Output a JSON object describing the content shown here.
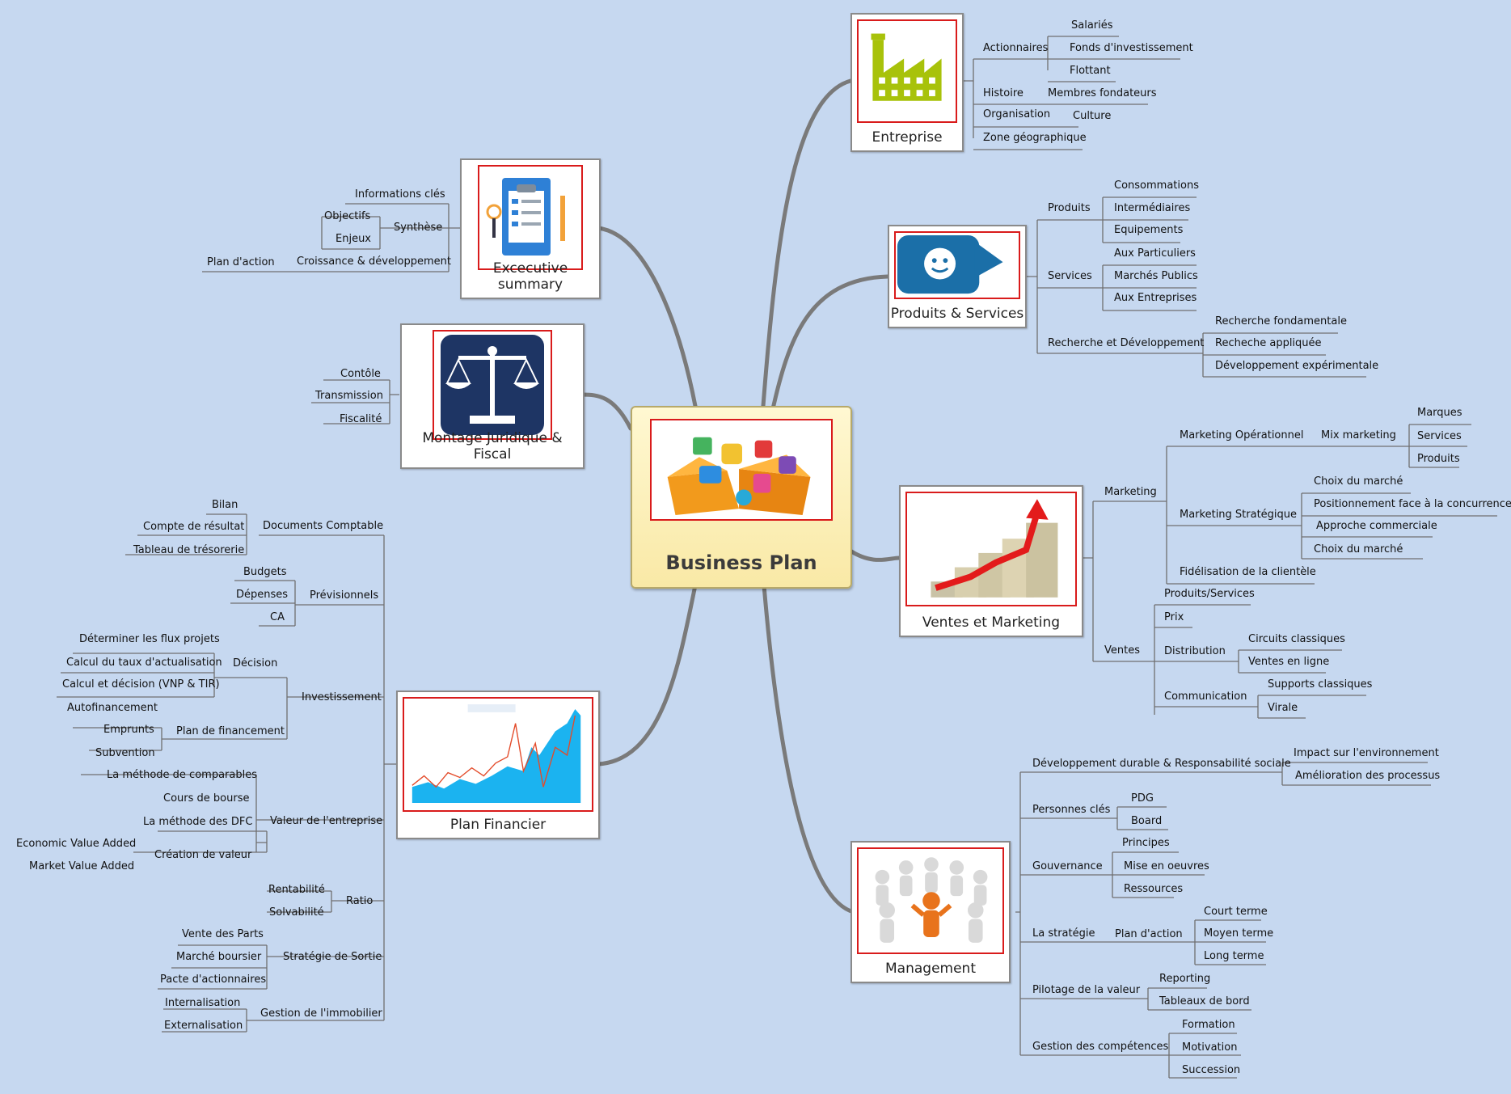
{
  "center": {
    "title": "Business Plan"
  },
  "nodes": {
    "entreprise": "Entreprise",
    "produits": "Produits & Services",
    "ventes": "Ventes et Marketing",
    "management": "Management",
    "financier": "Plan Financier",
    "juridique": "Montage Juridique & Fiscal",
    "executive": "Excecutive summary"
  },
  "entreprise": {
    "actionnaires": "Actionnaires",
    "salaries": "Salariés",
    "fonds": "Fonds d'investissement",
    "flottant": "Flottant",
    "histoire": "Histoire",
    "membres": "Membres fondateurs",
    "organisation": "Organisation",
    "culture": "Culture",
    "zone": "Zone géographique"
  },
  "produits": {
    "produits": "Produits",
    "consommations": "Consommations",
    "intermediaires": "Intermédiaires",
    "equipements": "Equipements",
    "services": "Services",
    "particuliers": "Aux Particuliers",
    "marches": "Marchés Publics",
    "entreprises": "Aux Entreprises",
    "rd": "Recherche et Développement",
    "fondamentale": "Recherche fondamentale",
    "appliquee": "Recheche appliquée",
    "experimentale": "Développement expérimentale"
  },
  "ventes": {
    "marketing": "Marketing",
    "mkt_op": "Marketing Opérationnel",
    "mix": "Mix marketing",
    "marques": "Marques",
    "services": "Services",
    "produits": "Produits",
    "mkt_strat": "Marketing Stratégique",
    "choix1": "Choix du marché",
    "positionnement": "Positionnement face à la concurrence",
    "approche": "Approche commerciale",
    "choix2": "Choix du marché",
    "fidelisation": "Fidélisation de la clientèle",
    "ventes": "Ventes",
    "prod_serv": "Produits/Services",
    "prix": "Prix",
    "distribution": "Distribution",
    "circuits": "Circuits classiques",
    "en_ligne": "Ventes en ligne",
    "communication": "Communication",
    "supports": "Supports classiques",
    "virale": "Virale"
  },
  "management": {
    "dev_durable": "Développement durable & Responsabilité sociale",
    "impact": "Impact sur l'environnement",
    "amelioration": "Amélioration des processus",
    "personnes": "Personnes clés",
    "pdg": "PDG",
    "board": "Board",
    "gouvernance": "Gouvernance",
    "principes": "Principes",
    "mise": "Mise en oeuvres",
    "ressources": "Ressources",
    "strategie": "La stratégie",
    "plan": "Plan d'action",
    "court": "Court terme",
    "moyen": "Moyen terme",
    "long": "Long terme",
    "pilotage": "Pilotage de la valeur",
    "reporting": "Reporting",
    "tableaux": "Tableaux de bord",
    "competences": "Gestion des compétences",
    "formation": "Formation",
    "motivation": "Motivation",
    "succession": "Succession"
  },
  "executive": {
    "infos": "Informations clés",
    "synthese": "Synthèse",
    "objectifs": "Objectifs",
    "enjeux": "Enjeux",
    "croissance": "Croissance & développement",
    "plan": "Plan d'action"
  },
  "juridique": {
    "controle": "Contôle",
    "transmission": "Transmission",
    "fiscalite": "Fiscalité"
  },
  "financier": {
    "docs": "Documents Comptable",
    "bilan": "Bilan",
    "compte": "Compte de résultat",
    "tableau": "Tableau de trésorerie",
    "previsionnels": "Prévisionnels",
    "budgets": "Budgets",
    "depenses": "Dépenses",
    "ca": "CA",
    "investissement": "Investissement",
    "decision": "Décision",
    "flux": "Déterminer les flux projets",
    "taux": "Calcul du taux d'actualisation",
    "vnp": "Calcul et décision (VNP & TIR)",
    "plan_fin": "Plan de financement",
    "autofin": "Autofinancement",
    "emprunts": "Emprunts",
    "subvention": "Subvention",
    "valeur": "Valeur de l'entreprise",
    "comparables": "La méthode de comparables",
    "cours": "Cours de bourse",
    "dfc": "La méthode des DFC",
    "creation": "Création de valeur",
    "eva": "Economic Value Added",
    "mva": "Market Value Added",
    "ratio": "Ratio",
    "rentabilite": "Rentabilité",
    "solvabilite": "Solvabilité",
    "sortie": "Stratégie de Sortie",
    "vente_parts": "Vente des Parts",
    "marche_boursier": "Marché boursier",
    "pacte": "Pacte d'actionnaires",
    "immobilier": "Gestion de l'immobilier",
    "internalisation": "Internalisation",
    "externalisation": "Externalisation"
  }
}
